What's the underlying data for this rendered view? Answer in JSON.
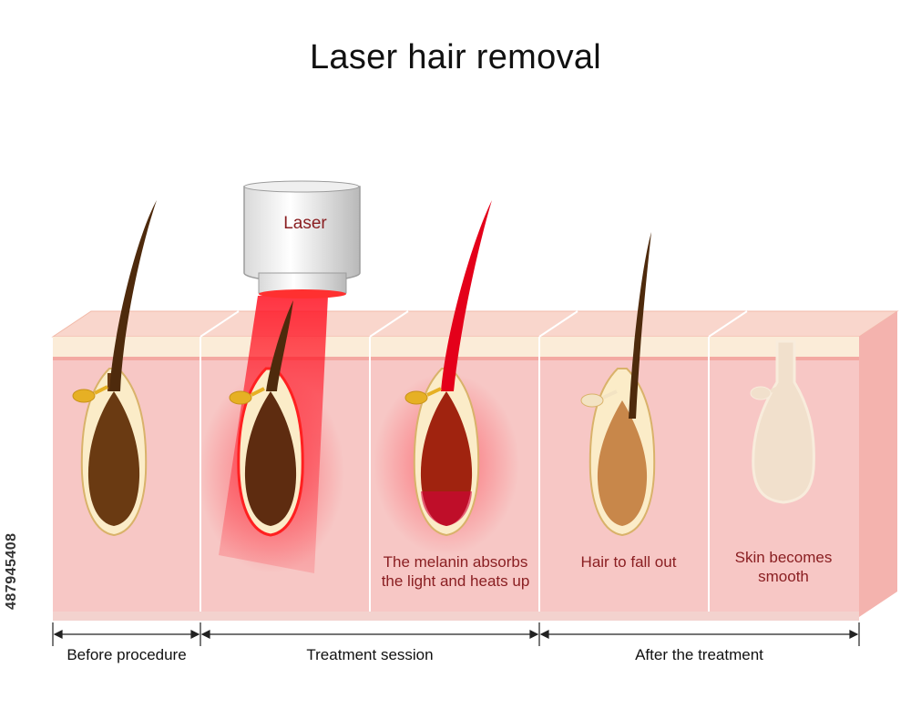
{
  "title": "Laser hair removal",
  "laser_label": "Laser",
  "captions": {
    "melanin": [
      "The melanin absorbs",
      "the light and heats up"
    ],
    "fall_out": "Hair to fall out",
    "smooth": [
      "Skin becomes",
      "smooth"
    ]
  },
  "phases": {
    "before": "Before procedure",
    "treatment": "Treatment session",
    "after": "After the treatment"
  },
  "stock_id": "487945408",
  "colors": {
    "skin": "#f7c7c5",
    "skin_top": "#f9d6cc",
    "epidermis": "#fbecd8",
    "hair_dark": "#5a3210",
    "laser_red": "#e8001c",
    "caption_text": "#8a1f22"
  }
}
